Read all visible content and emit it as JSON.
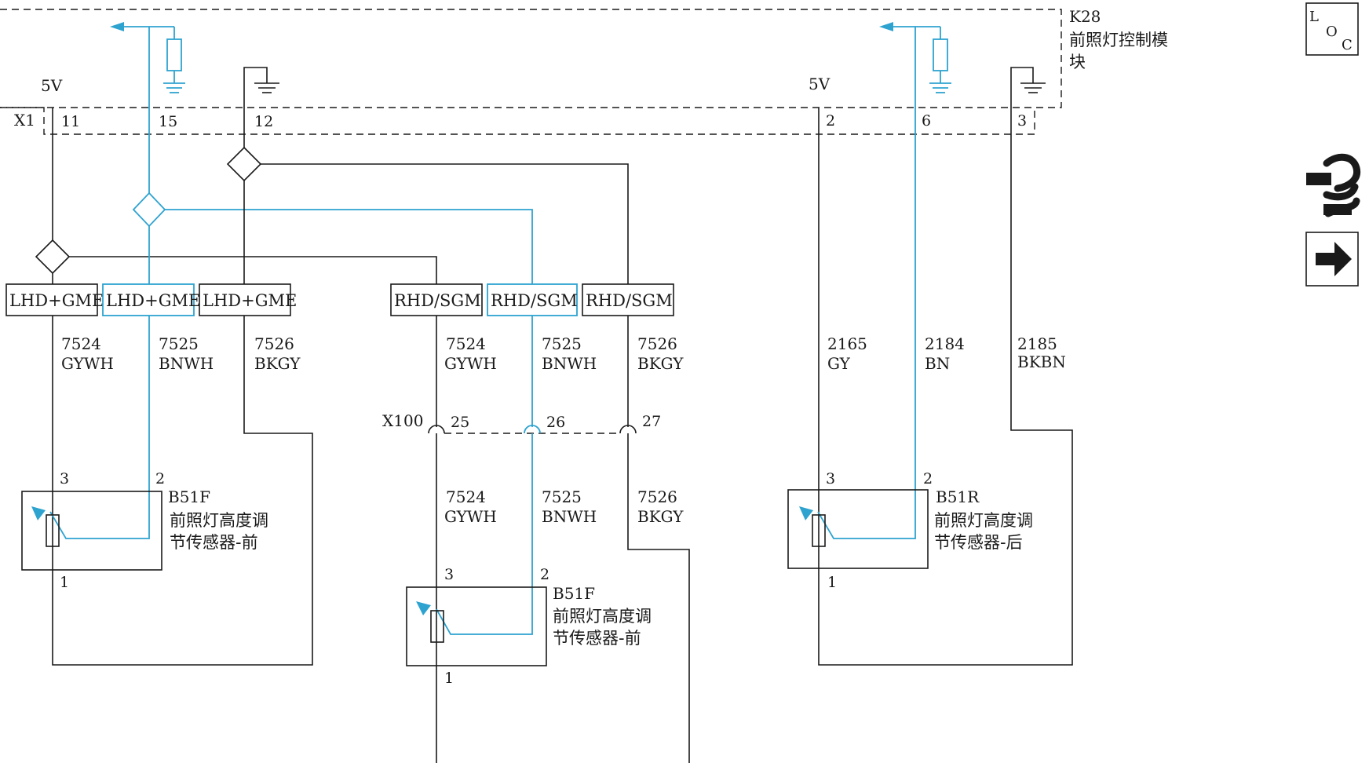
{
  "module": {
    "id": "K28",
    "name_line1": "前照灯控制模",
    "name_line2": "块"
  },
  "supply_labels": [
    "5V",
    "5V"
  ],
  "connectors": {
    "x1": "X1",
    "x100": "X100"
  },
  "x1_pins": [
    "11",
    "15",
    "12",
    "2",
    "6",
    "3"
  ],
  "x100_pins": [
    "25",
    "26",
    "27"
  ],
  "options": {
    "lhd": [
      "LHD+GME",
      "LHD+GME",
      "LHD+GME"
    ],
    "rhd": [
      "RHD/SGM",
      "RHD/SGM",
      "RHD/SGM"
    ]
  },
  "wires_lhd": [
    {
      "circuit": "7524",
      "color": "GYWH"
    },
    {
      "circuit": "7525",
      "color": "BNWH"
    },
    {
      "circuit": "7526",
      "color": "BKGY"
    }
  ],
  "wires_rhd_upper": [
    {
      "circuit": "7524",
      "color": "GYWH"
    },
    {
      "circuit": "7525",
      "color": "BNWH"
    },
    {
      "circuit": "7526",
      "color": "BKGY"
    }
  ],
  "wires_rhd_lower": [
    {
      "circuit": "7524",
      "color": "GYWH"
    },
    {
      "circuit": "7525",
      "color": "BNWH"
    },
    {
      "circuit": "7526",
      "color": "BKGY"
    }
  ],
  "wires_rear": [
    {
      "circuit": "2165",
      "color": "GY"
    },
    {
      "circuit": "2184",
      "color": "BN"
    },
    {
      "circuit": "2185",
      "color": "BKBN"
    }
  ],
  "sensors": [
    {
      "id": "B51F",
      "line1": "前照灯高度调",
      "line2": "节传感器-前",
      "pins": [
        "3",
        "2",
        "1"
      ]
    },
    {
      "id": "B51F",
      "line1": "前照灯高度调",
      "line2": "节传感器-前",
      "pins": [
        "3",
        "2",
        "1"
      ]
    },
    {
      "id": "B51R",
      "line1": "前照灯高度调",
      "line2": "节传感器-后",
      "pins": [
        "3",
        "2",
        "1"
      ]
    }
  ],
  "loc_icon": {
    "l": "L",
    "o": "O",
    "c": "C"
  },
  "colors": {
    "wire_black": "#1a1a1a",
    "wire_blue": "#2ea3d0",
    "background": "#ffffff"
  },
  "icons": [
    "loc-icon",
    "wiring-connector-icon",
    "next-page-arrow-icon"
  ]
}
